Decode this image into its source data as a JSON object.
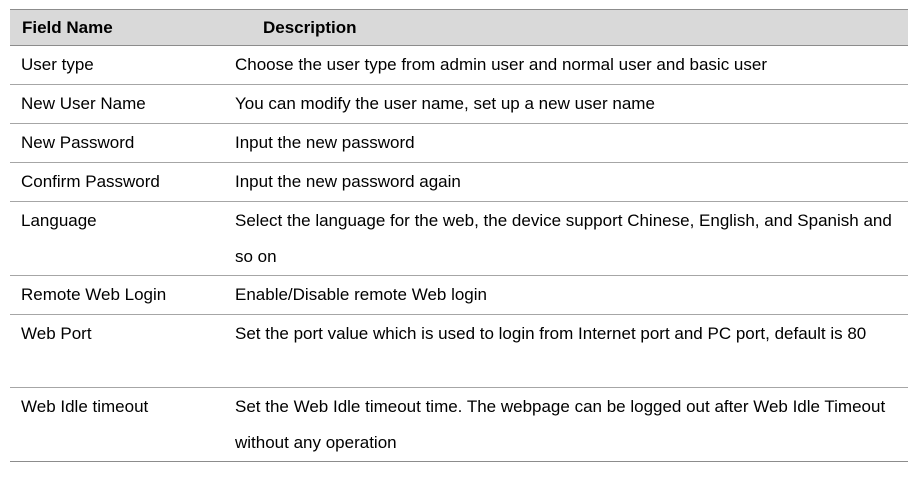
{
  "table": {
    "headers": {
      "field_name": "Field Name",
      "description": "Description"
    },
    "rows": [
      {
        "name": "User type",
        "description": "Choose the user type from admin user and normal user and basic  user"
      },
      {
        "name": "New User Name",
        "description": "You can modify the user name, set up a new user  name"
      },
      {
        "name": "New Password",
        "description": "Input the new password"
      },
      {
        "name": "Confirm Password",
        "description": "Input the new password again"
      },
      {
        "name": "Language",
        "description": "Select the language for the web, the device support Chinese, English, and Spanish and so  on"
      },
      {
        "name": "Remote Web Login",
        "description": "Enable/Disable remote Web login"
      },
      {
        "name": "Web Port",
        "description": "Set the port value which is used to login from Internet port and PC port, default is 80"
      },
      {
        "name": "Web Idle timeout",
        "description": "Set the Web Idle timeout time. The webpage can be logged out after Web Idle Timeout without any operation"
      }
    ]
  }
}
